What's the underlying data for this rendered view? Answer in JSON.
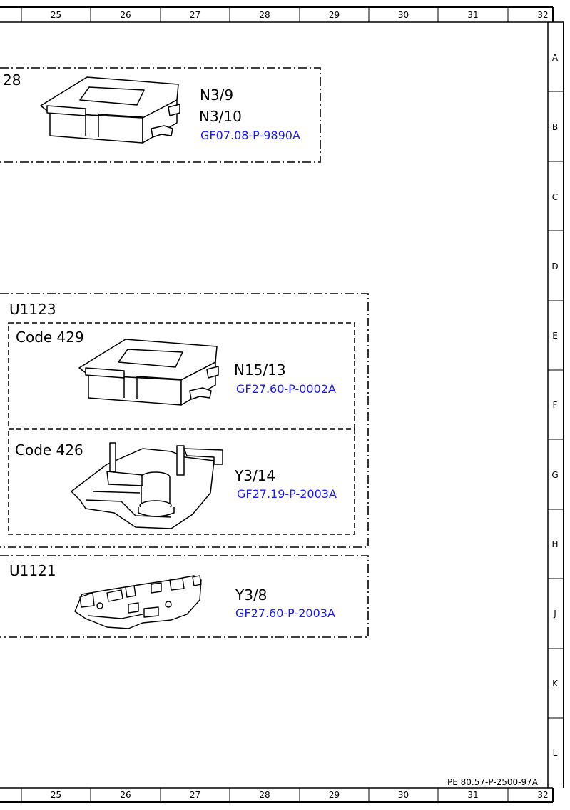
{
  "ruler": {
    "columns": [
      "25",
      "26",
      "27",
      "28",
      "29",
      "30",
      "31",
      "32"
    ],
    "rows": [
      "A",
      "B",
      "C",
      "D",
      "E",
      "F",
      "G",
      "H",
      "J",
      "K",
      "L"
    ]
  },
  "sections": {
    "top": {
      "title": "28",
      "part_labels": [
        "N3/9",
        "N3/10"
      ],
      "reference": "GF07.08-P-9890A"
    },
    "u1123": {
      "title": "U1123",
      "code429": {
        "title": "Code 429",
        "part_label": "N15/13",
        "reference": "GF27.60-P-0002A"
      },
      "code426": {
        "title": "Code 426",
        "part_label": "Y3/14",
        "reference": "GF27.19-P-2003A"
      }
    },
    "u1121": {
      "title": "U1121",
      "part_label": "Y3/8",
      "reference": "GF27.60-P-2003A"
    }
  },
  "footer": {
    "doc_id": "PE 80.57-P-2500-97A"
  },
  "colors": {
    "reference_link": "#1a1aff",
    "lines": "#000000"
  }
}
